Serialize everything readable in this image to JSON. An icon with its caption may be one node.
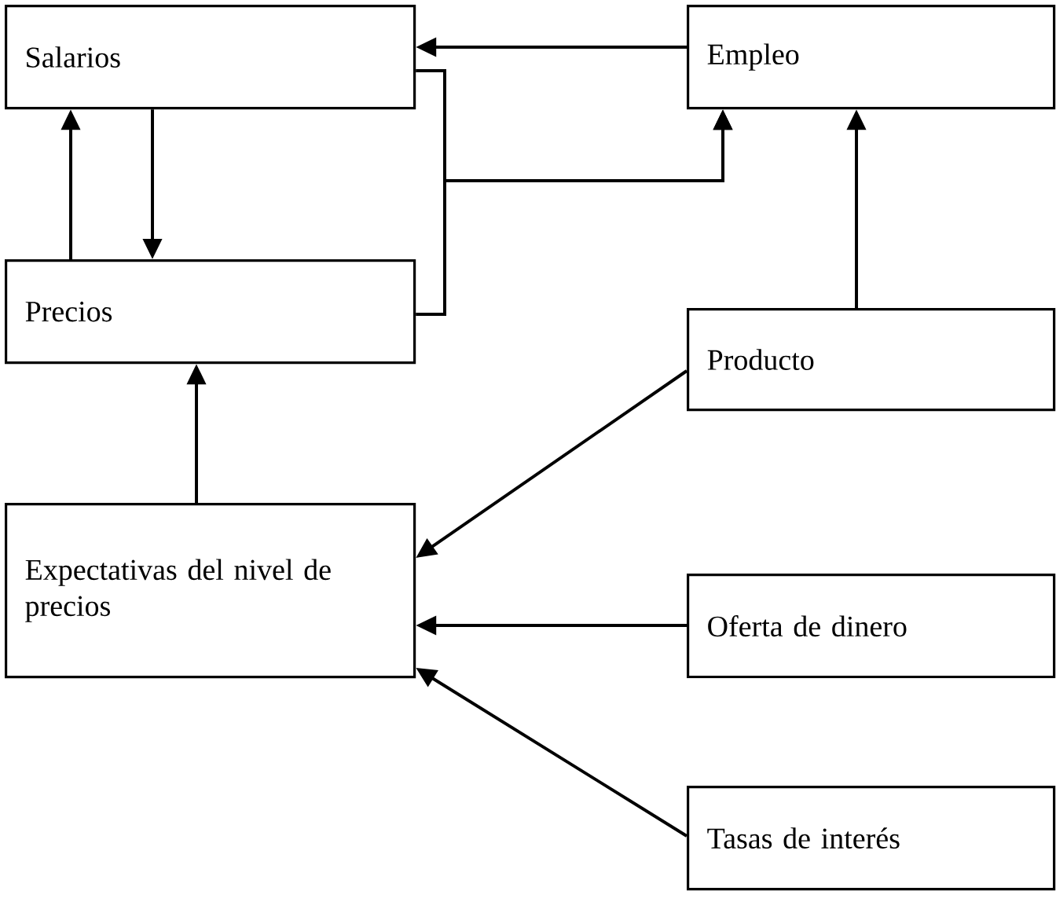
{
  "diagram": {
    "nodes": [
      {
        "text": [
          "Salarios"
        ]
      },
      {
        "text": [
          "Empleo"
        ]
      },
      {
        "text": [
          "Precios"
        ]
      },
      {
        "text": [
          "Producto"
        ]
      },
      {
        "text": [
          "Expectativas del nivel de precios"
        ]
      },
      {
        "text": [
          "Oferta de dinero"
        ]
      },
      {
        "text": [
          "Tasas de interés"
        ]
      }
    ],
    "edges": [
      {
        "from": 1,
        "to": 0,
        "arrow": "to"
      },
      {
        "from": 2,
        "to": 0,
        "arrow": "to"
      },
      {
        "from": 0,
        "to": 2,
        "arrow": "to"
      },
      {
        "from": 0,
        "to": 1,
        "arrow": "to"
      },
      {
        "from": 2,
        "to": 1,
        "arrow": "to"
      },
      {
        "from": 3,
        "to": 1,
        "arrow": "to"
      },
      {
        "from": 4,
        "to": 2,
        "arrow": "to"
      },
      {
        "from": 3,
        "to": 4,
        "arrow": "to"
      },
      {
        "from": 5,
        "to": 4,
        "arrow": "to"
      },
      {
        "from": 6,
        "to": 4,
        "arrow": "to"
      }
    ]
  }
}
